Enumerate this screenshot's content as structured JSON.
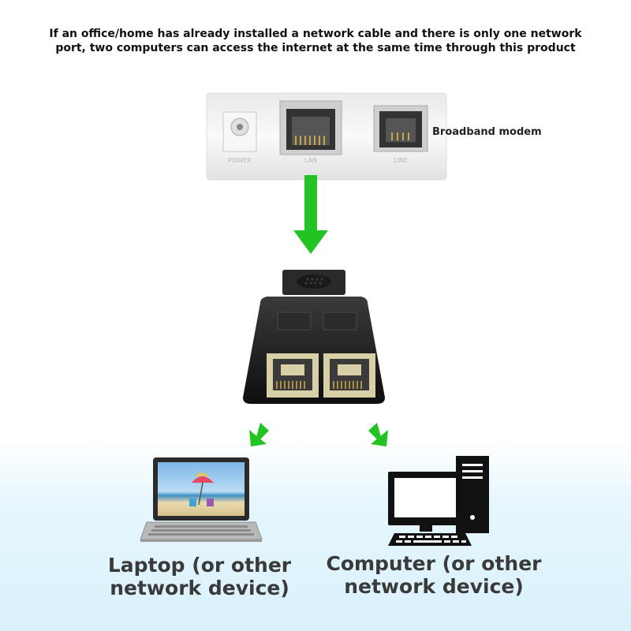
{
  "headline": {
    "line1": "If an office/home has already installed a network cable and there is only one network",
    "line2": "port, two computers can access the internet at the same time through this product"
  },
  "modem": {
    "label": "Broadband modem",
    "ports": [
      "POWER",
      "LAN",
      "LINE"
    ]
  },
  "devices": {
    "laptop": {
      "line1": "Laptop (or other",
      "line2": "network device)"
    },
    "computer": {
      "line1": "Computer (or other",
      "line2": "network device)"
    }
  },
  "colors": {
    "arrow": "#22c322",
    "splitter": "#1c1c1c",
    "modem_body": "#f4f4f4",
    "caption_text": "#3a3a3a"
  }
}
